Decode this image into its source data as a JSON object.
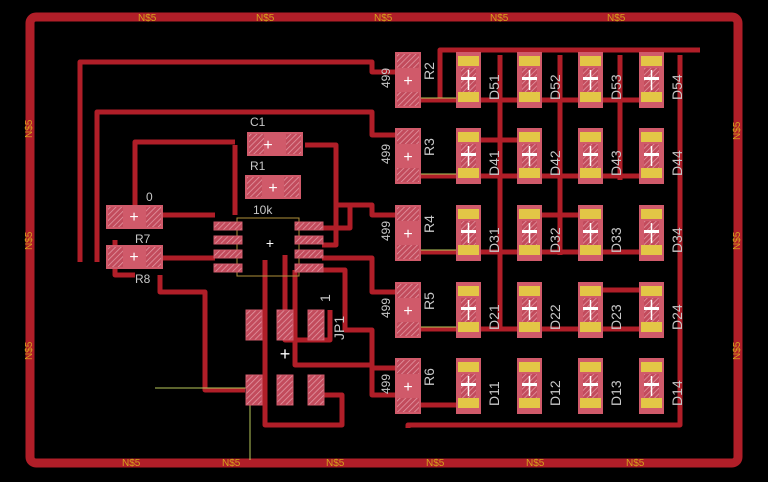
{
  "board": {
    "net_name": "N$5",
    "colors": {
      "background": "#000000",
      "trace": "#b01e28",
      "pad": "#d05a6a",
      "pad_hatch": "#e59aa6",
      "led_body": "#e3c646",
      "silk": "#c8c8c8",
      "net_label": "#d6a31c",
      "airwire": "#b8c85a"
    }
  },
  "resistors": [
    {
      "ref": "R2",
      "value": "499"
    },
    {
      "ref": "R3",
      "value": "499"
    },
    {
      "ref": "R4",
      "value": "499"
    },
    {
      "ref": "R5",
      "value": "499"
    },
    {
      "ref": "R6",
      "value": "499"
    }
  ],
  "leds": [
    [
      "D51",
      "D52",
      "D53",
      "D54"
    ],
    [
      "D41",
      "D42",
      "D43",
      "D44"
    ],
    [
      "D31",
      "D32",
      "D33",
      "D34"
    ],
    [
      "D21",
      "D22",
      "D23",
      "D24"
    ],
    [
      "D11",
      "D12",
      "D13",
      "D14"
    ]
  ],
  "components": {
    "c1": {
      "ref": "C1"
    },
    "r1": {
      "ref": "R1",
      "value": "10k"
    },
    "r7": {
      "ref": "R7",
      "value": "0"
    },
    "r8": {
      "ref": "R8"
    },
    "jp1": {
      "ref": "JP1",
      "pin": "1"
    }
  }
}
